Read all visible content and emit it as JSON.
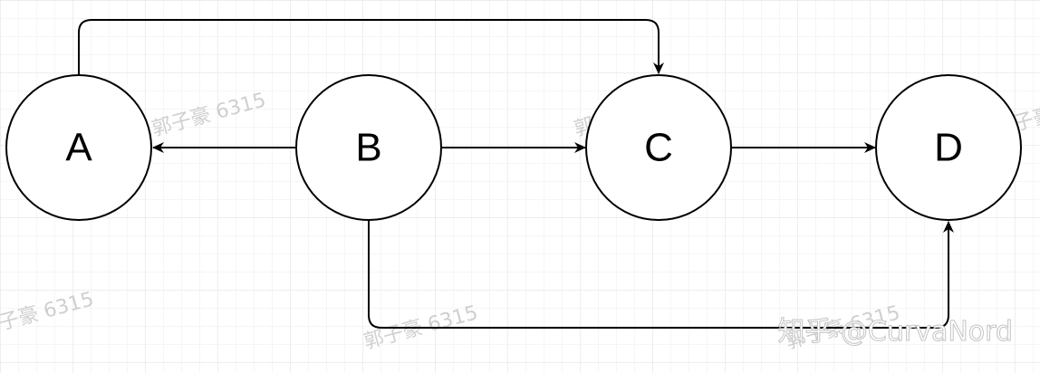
{
  "diagram": {
    "nodes": [
      {
        "id": "A",
        "label": "A"
      },
      {
        "id": "B",
        "label": "B"
      },
      {
        "id": "C",
        "label": "C"
      },
      {
        "id": "D",
        "label": "D"
      }
    ],
    "edges": [
      {
        "from": "A",
        "to": "C"
      },
      {
        "from": "B",
        "to": "A"
      },
      {
        "from": "B",
        "to": "C"
      },
      {
        "from": "C",
        "to": "D"
      },
      {
        "from": "B",
        "to": "D"
      }
    ]
  },
  "watermark": {
    "text": "郭子豪 6315",
    "credit": "知乎 @CurvaNord"
  }
}
